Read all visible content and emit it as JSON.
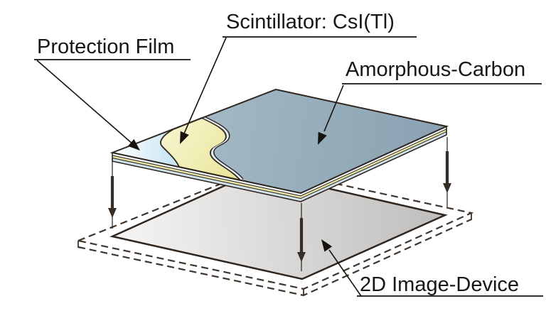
{
  "diagram": {
    "type": "layered-structure-diagram",
    "labels": {
      "protection_film": "Protection Film",
      "scintillator": "Scintillator: CsI(Tl)",
      "amorphous_carbon": "Amorphous-Carbon",
      "image_device": "2D Image-Device"
    },
    "colors": {
      "background": "#FFFFFF",
      "outline": "#2F2620",
      "dash": "#40342B",
      "leader": "#16130F",
      "text": "#191715",
      "arrow": "#352E28",
      "panel_top_light": "#A9BEC9",
      "panel_top_dark": "#88A0B0",
      "film_light": "#FDFEFE",
      "film_blue": "#C2E2F2",
      "scint_light": "#F6F4CA",
      "scint_dark": "#E9E69B",
      "edge_band": "#E9F1F5",
      "edge_stripe_white": "#F7FBFD",
      "edge_stripe_yellow": "#E7E4A3",
      "edge_stripe_blue": "#CFE3ED",
      "device_light": "#F5F4F2",
      "device_dark": "#BEBDBB"
    }
  }
}
